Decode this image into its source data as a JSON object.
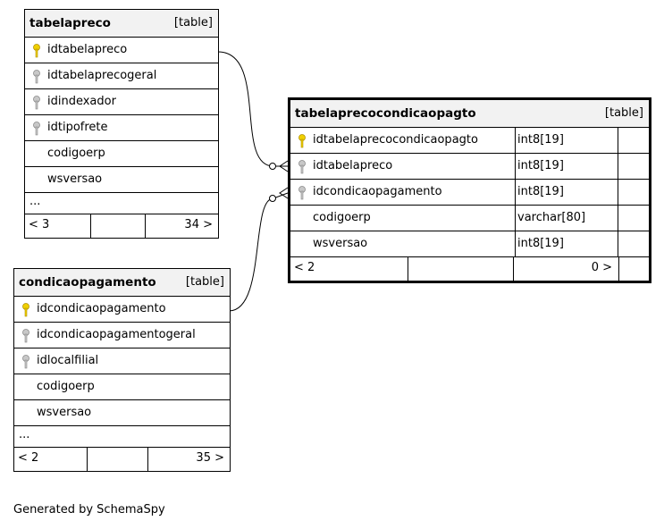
{
  "tables": {
    "tabelapreco": {
      "name": "tabelapreco",
      "kind": "[table]",
      "columns": [
        {
          "name": "idtabelapreco",
          "key": "primary"
        },
        {
          "name": "idtabelaprecogeral",
          "key": "index"
        },
        {
          "name": "idindexador",
          "key": "index"
        },
        {
          "name": "idtipofrete",
          "key": "index"
        },
        {
          "name": "codigoerp",
          "key": "none"
        },
        {
          "name": "wsversao",
          "key": "none"
        }
      ],
      "ellipsis": "...",
      "footer": {
        "left": "< 3",
        "right": "34 >"
      }
    },
    "condicaopagamento": {
      "name": "condicaopagamento",
      "kind": "[table]",
      "columns": [
        {
          "name": "idcondicaopagamento",
          "key": "primary"
        },
        {
          "name": "idcondicaopagamentogeral",
          "key": "index"
        },
        {
          "name": "idlocalfilial",
          "key": "index"
        },
        {
          "name": "codigoerp",
          "key": "none"
        },
        {
          "name": "wsversao",
          "key": "none"
        }
      ],
      "ellipsis": "...",
      "footer": {
        "left": "< 2",
        "right": "35 >"
      }
    },
    "tabelaprecocondicaopagto": {
      "name": "tabelaprecocondicaopagto",
      "kind": "[table]",
      "columns": [
        {
          "name": "idtabelaprecocondicaopagto",
          "key": "primary",
          "type": "int8[19]"
        },
        {
          "name": "idtabelapreco",
          "key": "index",
          "type": "int8[19]"
        },
        {
          "name": "idcondicaopagamento",
          "key": "index",
          "type": "int8[19]"
        },
        {
          "name": "codigoerp",
          "key": "none",
          "type": "varchar[80]"
        },
        {
          "name": "wsversao",
          "key": "none",
          "type": "int8[19]"
        }
      ],
      "footer": {
        "left": "< 2",
        "right": "0 >"
      }
    }
  },
  "colors": {
    "primary_key": "#f0d000",
    "index_key": "#a0a0a0",
    "header_bg": "#f2f2f2"
  },
  "generated_by": "Generated by SchemaSpy"
}
